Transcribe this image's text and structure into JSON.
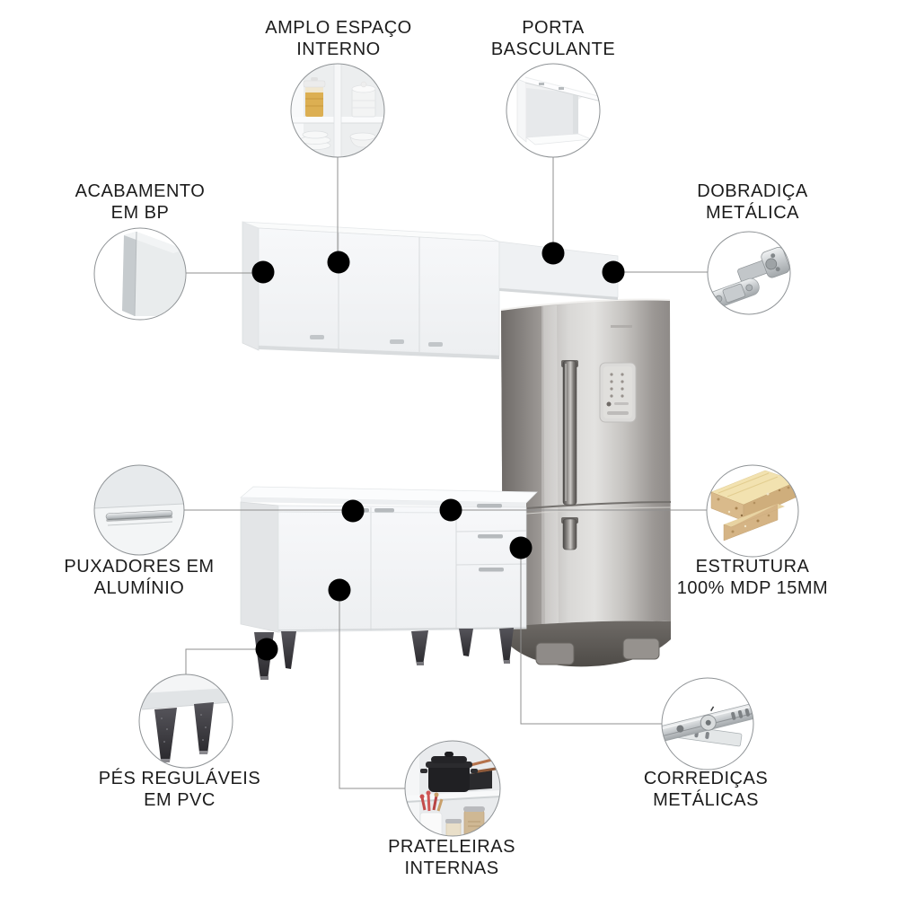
{
  "title": "kitchen cabinet set feature infographic",
  "colors": {
    "background": "#ffffff",
    "label_text": "#1c1c1c",
    "leader_line": "#8f8f8f",
    "marker_dot": "#000000",
    "circle_border": "#8f9396",
    "cabinet_white": "#f5f6f8",
    "fridge_steel": "#c9c7c4",
    "mdp_wood": "#d9ba8b",
    "leg_dark": "#3a393d",
    "handle_aluminum": "#b6babd"
  },
  "callouts": [
    {
      "id": "amplo-espaco-interno",
      "line1": "AMPLO ESPAÇO",
      "line2": "INTERNO",
      "icon": "cabinet-open-shelves-icon"
    },
    {
      "id": "porta-basculante",
      "line1": "PORTA",
      "line2": "BASCULANTE",
      "icon": "flip-up-door-icon"
    },
    {
      "id": "acabamento-em-bp",
      "line1": "ACABAMENTO",
      "line2": "EM BP",
      "icon": "bp-panel-icon"
    },
    {
      "id": "dobradica-metalica",
      "line1": "DOBRADIÇA",
      "line2": "METÁLICA",
      "icon": "metal-hinge-icon"
    },
    {
      "id": "puxadores-em-aluminio",
      "line1": "PUXADORES EM",
      "line2": "ALUMÍNIO",
      "icon": "aluminum-handle-icon"
    },
    {
      "id": "estrutura-mdp",
      "line1": "ESTRUTURA",
      "line2": "100% MDP 15MM",
      "icon": "mdp-board-icon"
    },
    {
      "id": "pes-regulaveis-pvc",
      "line1": "PÉS REGULÁVEIS",
      "line2": "EM PVC",
      "icon": "pvc-feet-icon"
    },
    {
      "id": "prateleiras-internas",
      "line1": "PRATELEIRAS",
      "line2": "INTERNAS",
      "icon": "internal-shelves-icon"
    },
    {
      "id": "corredicas-metalicas",
      "line1": "CORREDIÇAS",
      "line2": "METÁLICAS",
      "icon": "metal-drawer-slide-icon"
    }
  ],
  "product": {
    "kind": "kitchen-cabinet-set-with-refrigerator",
    "parts": [
      "upper-wall-cabinet",
      "bridge-flip-door-cabinet",
      "refrigerator",
      "base-cabinet-with-drawers",
      "pvc-legs"
    ]
  }
}
